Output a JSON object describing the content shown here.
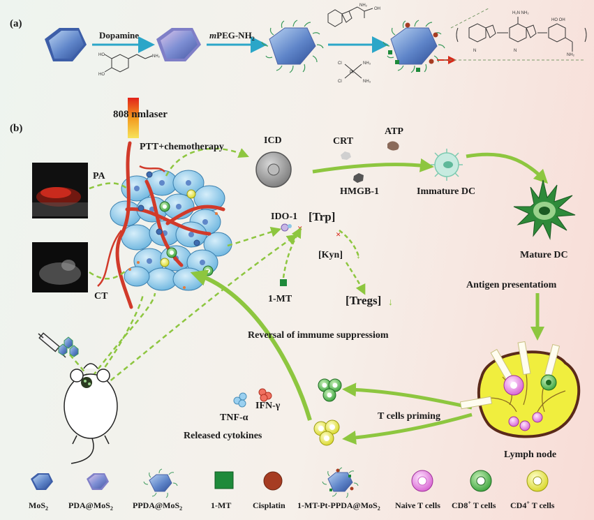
{
  "panel_a": {
    "label": "(a)",
    "step1": "Dopamine",
    "step2_prefix": "m",
    "step2_rest": "PEG-NH",
    "step2_sub": "2"
  },
  "panel_b": {
    "label": "(b)",
    "laser": "808 nmlaser",
    "ptt": "PTT+chemotherapy",
    "pa": "PA",
    "ct": "CT",
    "icd": "ICD",
    "crt": "CRT",
    "atp": "ATP",
    "hmgb": "HMGB-1",
    "immature_dc": "Immature DC",
    "mature_dc": "Mature DC",
    "antigen": "Antigen presentatiom",
    "ido": "IDO-1",
    "trp": "[Trp]",
    "kyn": "[Kyn]",
    "tregs": "[Tregs]",
    "mt": "1-MT",
    "reversal": "Reversal of immume suppressiom",
    "tnf": "TNF-α",
    "ifn": "IFN-γ",
    "cytokines": "Released cytokines",
    "priming": "T cells priming",
    "lymph": "Lymph node"
  },
  "legend": {
    "mos2": "MoS",
    "mos2_sub": "2",
    "pda": "PDA@MoS",
    "pda_sub": "2",
    "ppda": "PPDA@MoS",
    "ppda_sub": "2",
    "mt": "1-MT",
    "cisplatin": "Cisplatin",
    "full": "1-MT-Pt-PPDA@MoS",
    "full_sub": "2",
    "naive": "Naive T cells",
    "cd8": "CD8",
    "cd8_sup": "+",
    "cd8_rest": " T cells",
    "cd4": "CD4",
    "cd4_sup": "+",
    "cd4_rest": " T cells"
  },
  "colors": {
    "arrow_teal": "#2ba6c8",
    "arrow_green": "#8dc63f",
    "vessel": "#d13a2a",
    "tumor_cell": "#7fc4e6",
    "cisplatin": "#a63c22",
    "mt": "#1e8a3a"
  }
}
